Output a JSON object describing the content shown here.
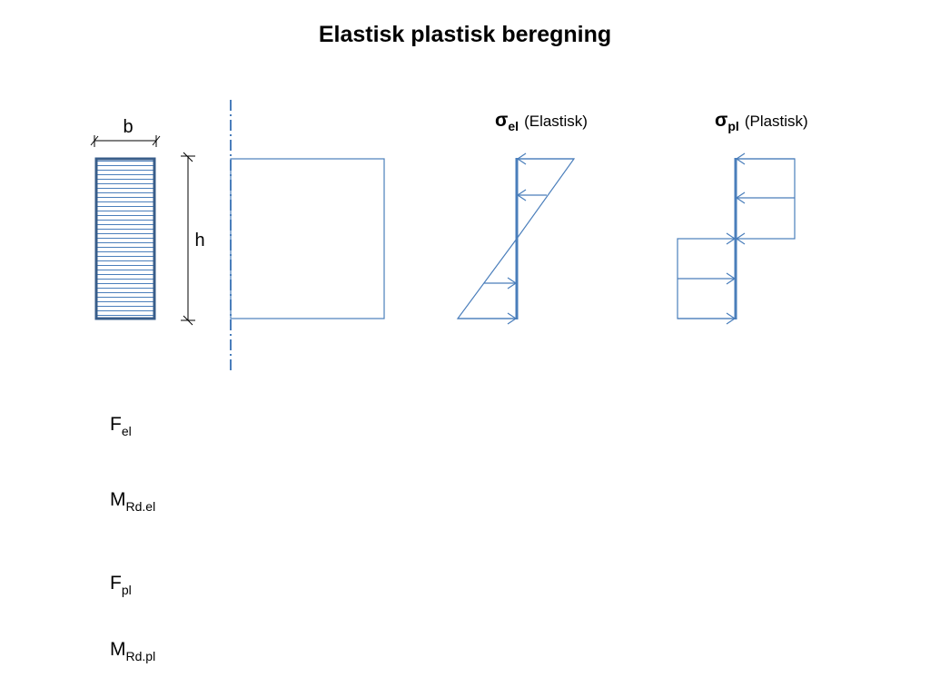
{
  "title": "Elastisk plastisk beregning",
  "cross_section": {
    "width_label": "b",
    "height_label": "h"
  },
  "stress_diagrams": {
    "elastic": {
      "symbol": "σ",
      "subscript": "el",
      "caption": "(Elastisk)"
    },
    "plastic": {
      "symbol": "σ",
      "subscript": "pl",
      "caption": "(Plastisk)"
    }
  },
  "formulas": [
    {
      "main": "F",
      "sub": "el"
    },
    {
      "main": "M",
      "sub": "Rd.el"
    },
    {
      "main": "F",
      "sub": "pl"
    },
    {
      "main": "M",
      "sub": "Rd.pl"
    }
  ],
  "colors": {
    "line": "#4a7ebb",
    "section_border": "#385d8a"
  }
}
